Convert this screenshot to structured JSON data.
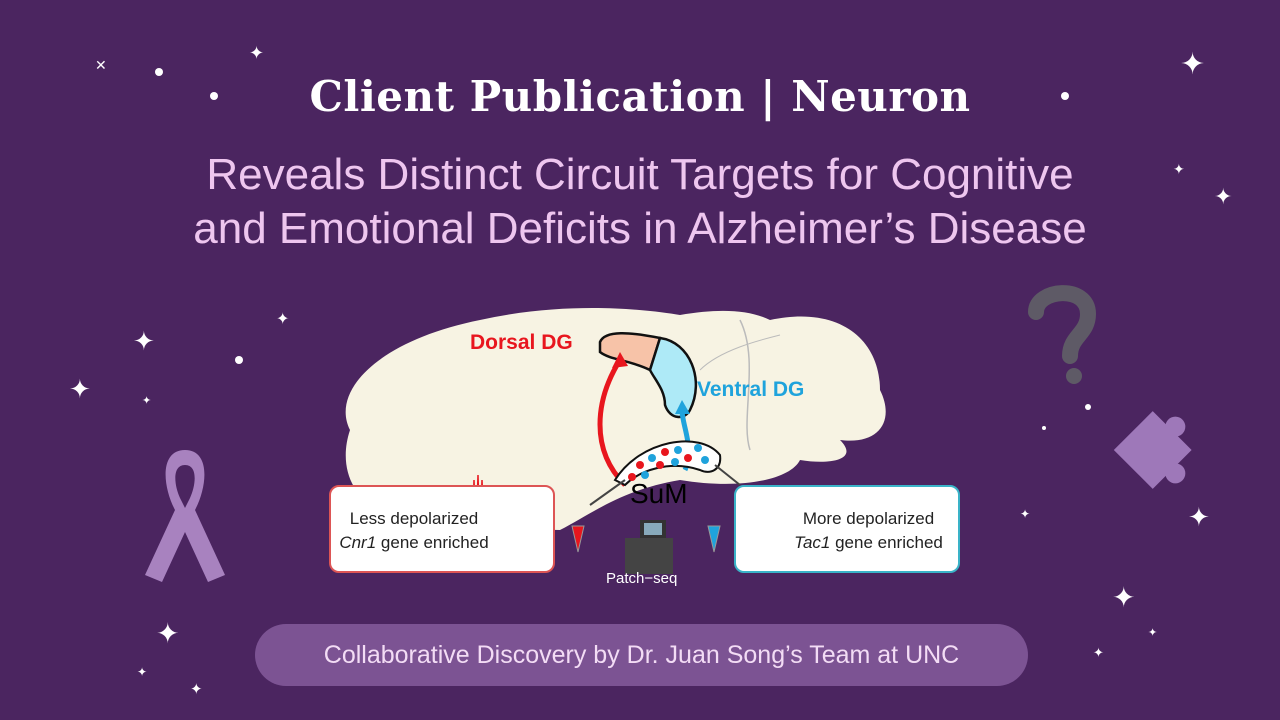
{
  "header": {
    "title": "Client Publication | Neuron",
    "subtitle_line1": "Reveals Distinct Circuit Targets for Cognitive",
    "subtitle_line2": "and Emotional Deficits in Alzheimer’s Disease"
  },
  "diagram": {
    "dorsal_label": "Dorsal DG",
    "ventral_label": "Ventral DG",
    "center_label": "SuM",
    "method_label": "Patch−seq",
    "left_box": {
      "line1": "Less depolarized",
      "gene": "Cnr1",
      "line2_rest": " gene enriched"
    },
    "right_box": {
      "line1": "More depolarized",
      "gene": "Tac1",
      "line2_rest": " gene enriched"
    },
    "colors": {
      "dorsal": "#e8161e",
      "ventral": "#1fa3dc",
      "dorsal_fill": "#f7c3a8",
      "ventral_fill": "#aeeaf7"
    }
  },
  "footer": {
    "text": "Collaborative Discovery by Dr. Juan Song’s Team at UNC"
  },
  "decor": {
    "icons": [
      "awareness-ribbon-icon",
      "question-mark-icon",
      "puzzle-piece-icon",
      "sparkle-star-icon"
    ]
  }
}
